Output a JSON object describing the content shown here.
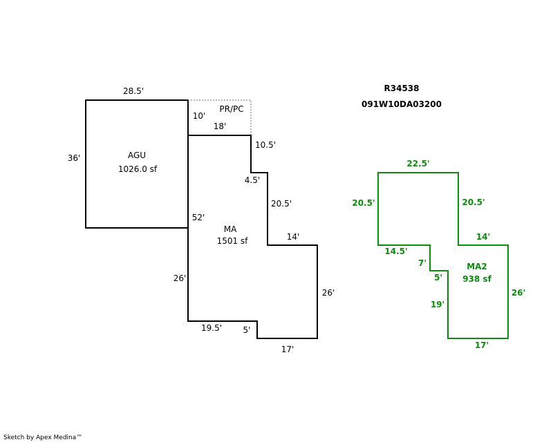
{
  "parcel": {
    "account": "R34538",
    "map_number": "091W10DA03200"
  },
  "colors": {
    "main": "#000000",
    "ma2": "#118811",
    "dotted": "#888888"
  },
  "agu": {
    "name": "AGU",
    "area": "1026.0 sf",
    "top": "28.5'",
    "left": "36'"
  },
  "prpc": {
    "name": "PR/PC",
    "side": "10'",
    "bottom": "18'"
  },
  "ma": {
    "name": "MA",
    "area": "1501 sf",
    "dims": {
      "d1": "10.5'",
      "d2": "4.5'",
      "d3": "20.5'",
      "d4": "14'",
      "d5": "26'",
      "d6": "17'",
      "d7": "5'",
      "d8": "19.5'",
      "d9": "26'",
      "d10": "52'"
    }
  },
  "ma2": {
    "name": "MA2",
    "area": "938 sf",
    "dims": {
      "top": "22.5'",
      "left": "20.5'",
      "right": "20.5'",
      "step": "14'",
      "step_left": "14.5'",
      "a": "7'",
      "b": "5'",
      "c": "19'",
      "bottom": "17'",
      "side": "26'"
    }
  },
  "footer": {
    "credit": "Sketch by Apex Medina™"
  }
}
